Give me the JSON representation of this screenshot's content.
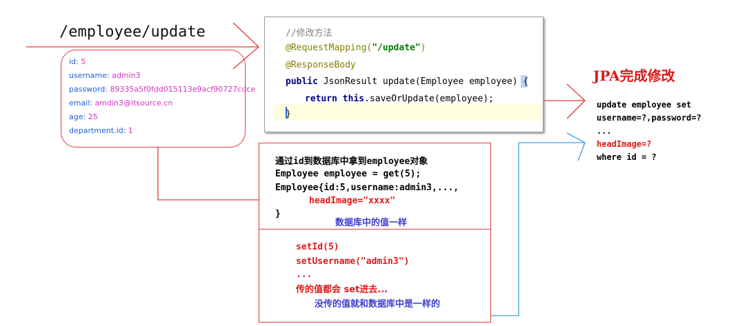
{
  "endpoint": {
    "path": "/employee/update"
  },
  "params": [
    {
      "key": "id",
      "value": "5"
    },
    {
      "key": "username",
      "value": "admin3"
    },
    {
      "key": "password",
      "value": "89335a5f0fdd015113e9acf90727cdce"
    },
    {
      "key": "email",
      "value": "amdin3@itsource.cn"
    },
    {
      "key": "age",
      "value": "25"
    },
    {
      "key": "department.id",
      "value": "1"
    }
  ],
  "param_separator": ": ",
  "code": {
    "comment": "//修改方法",
    "anno1_prefix": "@RequestMapping(",
    "anno1_str": "\"/update\"",
    "anno1_suffix": ")",
    "anno2": "@ResponseBody",
    "sig_kw": "public",
    "sig_text": "JsonResult update(",
    "sig_param": "Employee employee",
    "sig_end": ") {",
    "ret_kw1": "return",
    "ret_kw2": "this",
    "ret_rest": ".saveOrUpdate(employee);",
    "close": "}"
  },
  "jpa": {
    "title": "JPA完成修改",
    "sql": [
      {
        "text": "update employee set",
        "highlight": false
      },
      {
        "text": "username=?,password=?",
        "highlight": false
      },
      {
        "text": "...",
        "highlight": false
      },
      {
        "text": "headImage=?",
        "highlight": true
      },
      {
        "text": "where id = ?",
        "highlight": false
      }
    ]
  },
  "fetch": {
    "line1": "通过id到数据库中拿到employee对象",
    "line2": "Employee employee = get(5);",
    "line3": "Employee{id:5,username:admin3,...,",
    "line4": "headImage=\"xxxx\"",
    "line5": "}",
    "note": "数据库中的值一样"
  },
  "setters": {
    "line1": "setId(5)",
    "line2": "setUsername(\"admin3\")",
    "line3": "...",
    "line4": "传的值都会 set进去...",
    "note": "没传的值就和数据库中是一样的"
  },
  "colors": {
    "red": "#e01818",
    "box_red": "#e03a3a",
    "blue_line": "#3aa0e6",
    "param_key": "#1f5fd6",
    "param_value": "#d433c0"
  }
}
